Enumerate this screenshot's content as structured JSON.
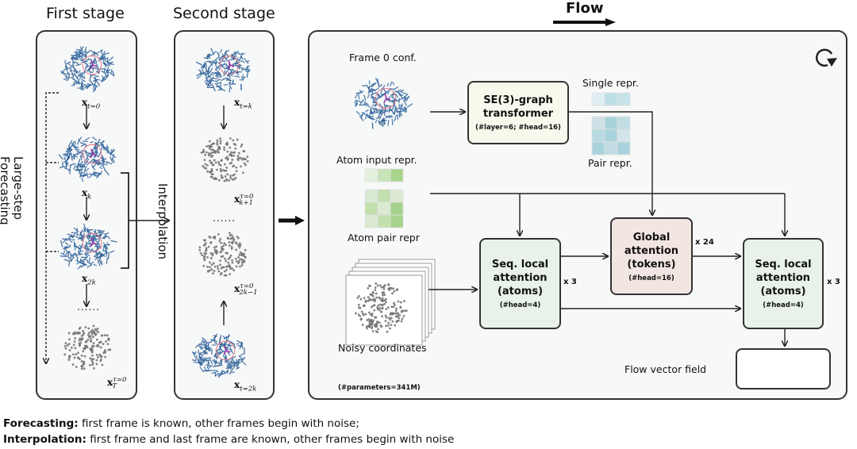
{
  "stages": {
    "first_title": "First stage",
    "second_title": "Second stage",
    "side_label_line1": "Large-step",
    "side_label_line2": "Forecasting",
    "interpolation_label": "Interpolation",
    "first_frames": [
      {
        "kind": "protein",
        "base": "x",
        "sub": "t=0",
        "sup": ""
      },
      {
        "kind": "protein",
        "base": "x",
        "sub": "k",
        "sup": ""
      },
      {
        "kind": "protein",
        "base": "x",
        "sub": "2k",
        "sup": ""
      },
      {
        "kind": "noise",
        "base": "x",
        "sub": "T",
        "sup": "τ=0"
      }
    ],
    "second_frames": [
      {
        "kind": "protein",
        "base": "x",
        "sub": "t=k",
        "sup": ""
      },
      {
        "kind": "noise",
        "base": "x",
        "sub": "k+1",
        "sup": "τ=0"
      },
      {
        "kind": "noise",
        "base": "x",
        "sub": "2k−1",
        "sup": "τ=0"
      },
      {
        "kind": "protein",
        "base": "x",
        "sub": "t=2k",
        "sup": ""
      }
    ],
    "ellipsis": "......"
  },
  "flow": {
    "title": "Flow",
    "cycle_icon": "cycle-arrow-icon",
    "frame0_label": "Frame 0 conf.",
    "atom_input_label": "Atom input repr.",
    "atom_pair_label": "Atom pair repr",
    "noisy_label": "Noisy coordinates",
    "single_label": "Single repr.",
    "pair_label": "Pair repr.",
    "se3": {
      "title_line1": "SE(3)-graph",
      "title_line2": "transformer",
      "sub": "(#layer=6; #head=16)"
    },
    "local1": {
      "title_line1": "Seq. local",
      "title_line2": "attention",
      "title_line3": "(atoms)",
      "sub": "(#head=4)",
      "repeat": "x 3"
    },
    "global": {
      "title_line1": "Global",
      "title_line2": "attention",
      "title_line3": "(tokens)",
      "sub": "(#head=16)",
      "repeat": "x 24"
    },
    "local2": {
      "title_line1": "Seq. local",
      "title_line2": "attention",
      "title_line3": "(atoms)",
      "sub": "(#head=4)",
      "repeat": "x 3"
    },
    "vector_field_label": "Flow vector field",
    "params": "(#parameters=341M)"
  },
  "legend": {
    "forecasting_key": "Forecasting:",
    "forecasting_text": " first frame is known, other frames begin with noise;",
    "interpolation_key": "Interpolation:",
    "interpolation_text": " first frame and last frame are known, other frames begin with noise"
  },
  "colors": {
    "protein": "#3a6ea5",
    "noise": "#777777",
    "se3_fill": "#f8f8ec",
    "local_fill": "#e8f2ea",
    "global_fill": "#f2e6e2",
    "single_cells": [
      "#dfeef3",
      "#bfdfe6",
      "#c7e3e9"
    ],
    "pair_cells": [
      "#cfe1e6",
      "#a9d3dc",
      "#c1dde3",
      "#b7d9e0",
      "#a9d3dc",
      "#d3e5e8",
      "#a9d3dc",
      "#c1dde3",
      "#a9d3dc"
    ],
    "atom_input_cells": [
      "#e4f1dd",
      "#c9e4b7",
      "#a9d48d"
    ],
    "atom_pair_cells": [
      "#d9e8d0",
      "#c2e0ad",
      "#dbe9d2",
      "#c2e0ad",
      "#dbe9d2",
      "#a6d28b",
      "#dbe9d2",
      "#c2e0ad",
      "#a6d28b"
    ]
  }
}
